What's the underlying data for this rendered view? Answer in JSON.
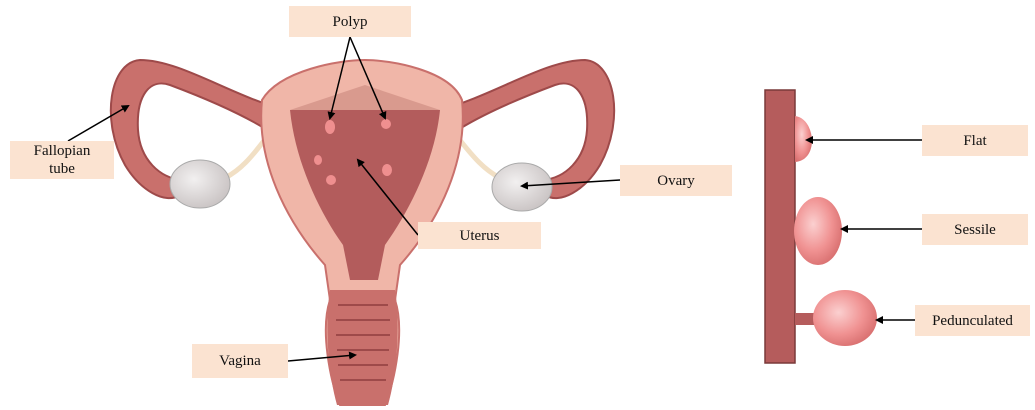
{
  "labels": {
    "polyp": "Polyp",
    "fallopian_line1": "Fallopian",
    "fallopian_line2": "tube",
    "ovary": "Ovary",
    "uterus": "Uterus",
    "vagina": "Vagina",
    "flat": "Flat",
    "sessile": "Sessile",
    "pedunculated": "Pedunculated"
  },
  "colors": {
    "label_background": "#fbe3d1",
    "tissue_outer": "#c9706c",
    "tissue_dark": "#9e4a4a",
    "tissue_light": "#f0b6a8",
    "polyp": "#ef8f8f",
    "ovary": "#d8d4d4",
    "wall": "#b55c5c"
  }
}
